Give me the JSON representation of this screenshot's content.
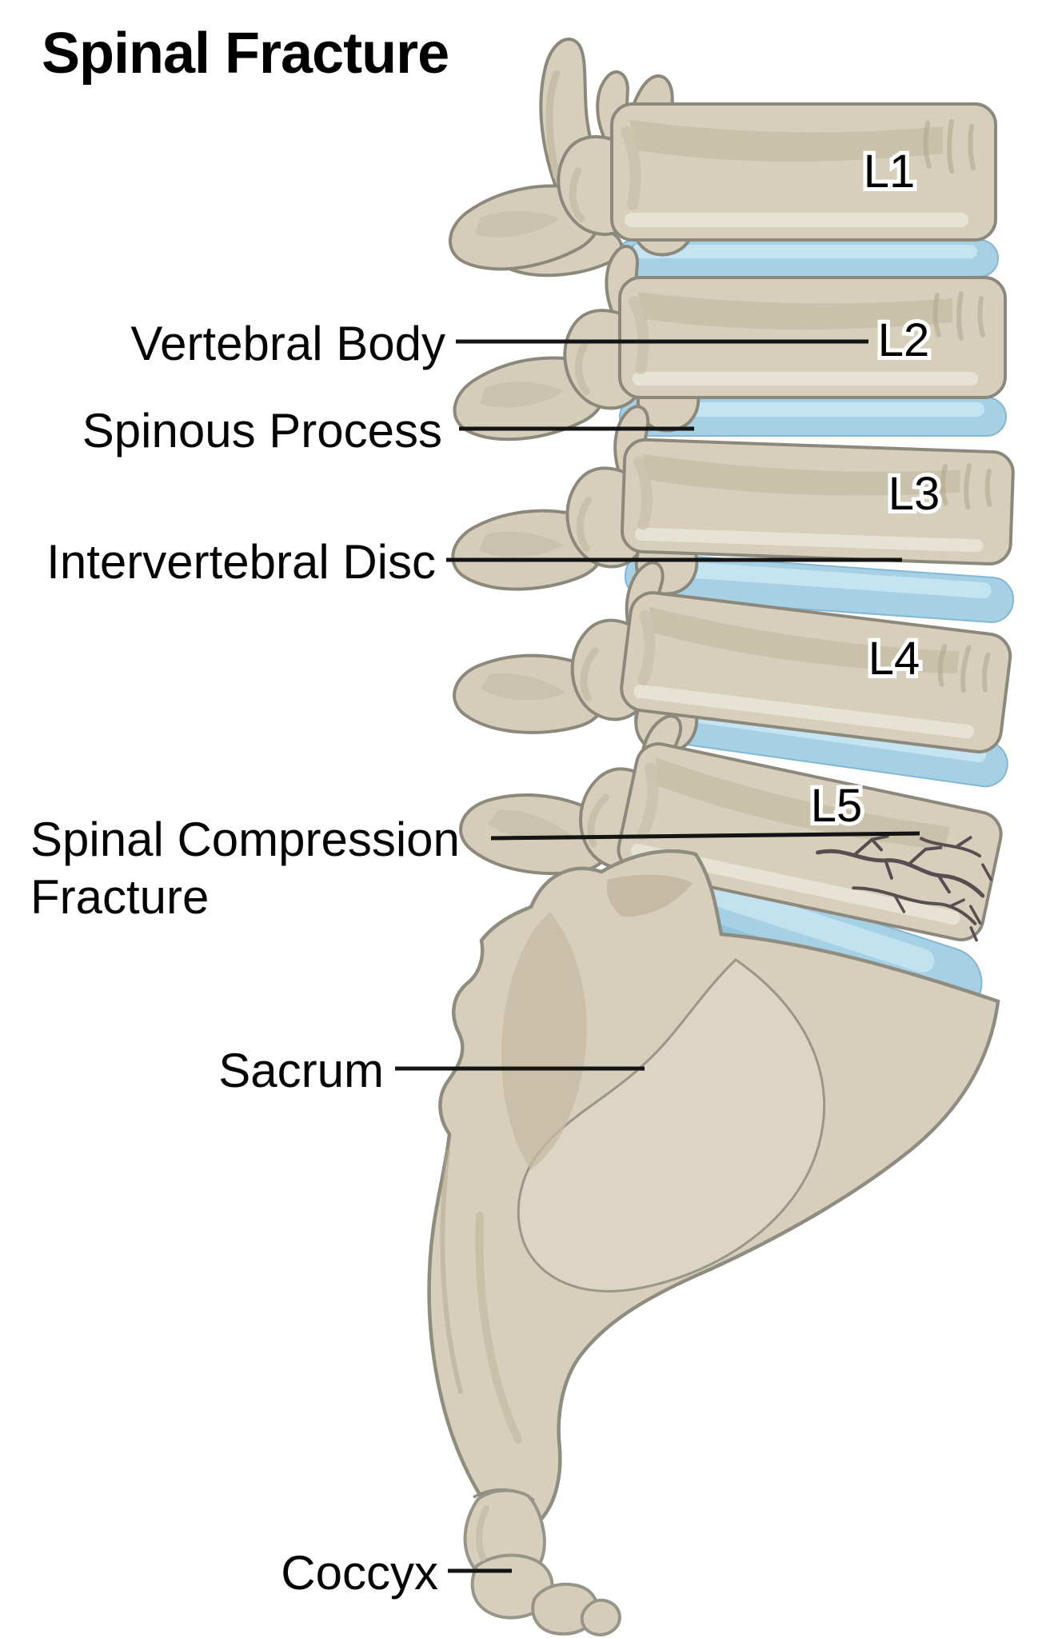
{
  "title": "Spinal Fracture",
  "vertebrae": {
    "l1": "L1",
    "l2": "L2",
    "l3": "L3",
    "l4": "L4",
    "l5": "L5"
  },
  "labels": {
    "vertebral_body": "Vertebral Body",
    "spinous_process": "Spinous Process",
    "intervertebral_disc": "Intervertebral Disc",
    "spinal_compression_fracture": {
      "line1": "Spinal Compression",
      "line2": "Fracture"
    },
    "sacrum": "Sacrum",
    "coccyx": "Coccyx"
  },
  "colors": {
    "background": "#ffffff",
    "bone": "#d7cfbc",
    "bone_highlight": "#e9e4d6",
    "bone_shadow": "#c5bba4",
    "bone_deep_shadow": "#b3a88e",
    "bone_outline": "#8c897c",
    "disc": "#a6d0e4",
    "disc_highlight": "#c8e5f2",
    "disc_shadow": "#82b8d6",
    "fracture_crack": "#564e51",
    "text": "#000000",
    "leader_line": "#141414"
  }
}
